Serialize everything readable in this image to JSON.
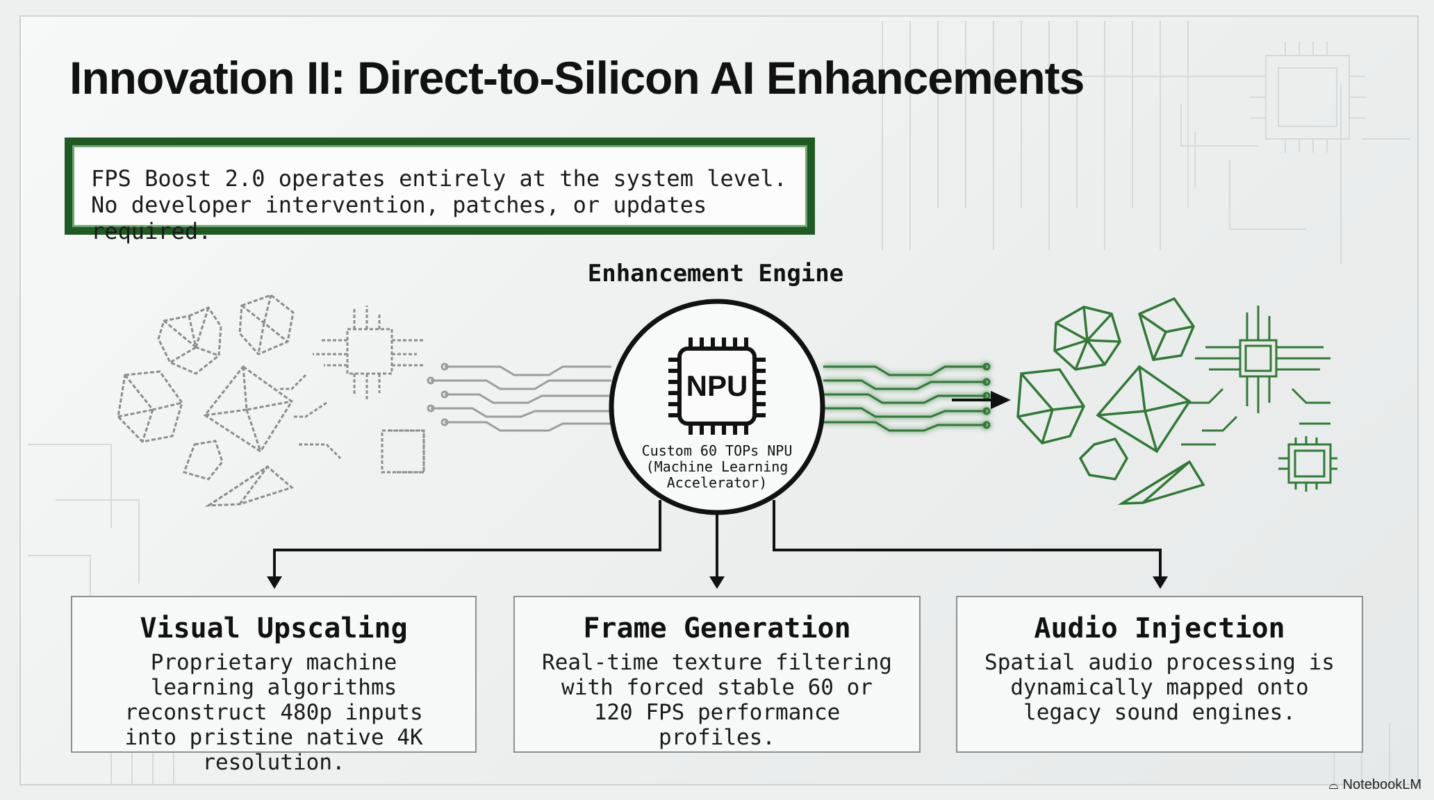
{
  "slide": {
    "title": "Innovation II: Direct-to-Silicon AI Enhancements",
    "note": "FPS Boost 2.0 operates entirely at the system level. No developer intervention, patches, or updates required.",
    "engine_title": "Enhancement Engine",
    "npu": {
      "chip_text": "NPU",
      "label": "Custom 60 TOPs NPU (Machine Learning Accelerator)"
    },
    "cards": [
      {
        "title": "Visual Upscaling",
        "text": "Proprietary machine learning algorithms reconstruct 480p inputs into pristine native 4K resolution."
      },
      {
        "title": "Frame Generation",
        "text": "Real-time texture filtering with forced stable 60 or 120 FPS performance profiles."
      },
      {
        "title": "Audio Injection",
        "text": "Spatial audio processing is dynamically mapped onto legacy sound engines."
      }
    ],
    "brand": "NotebookLM"
  },
  "icons": [
    "chip-icon",
    "polyhedron-icon",
    "circuit-icon",
    "arrow-icon",
    "notebooklm-logo-icon"
  ],
  "colors": {
    "accent_green": "#2f7a34",
    "dark_green": "#1f5a22",
    "ink": "#111111",
    "pixel_gray": "#8a8d8d"
  }
}
